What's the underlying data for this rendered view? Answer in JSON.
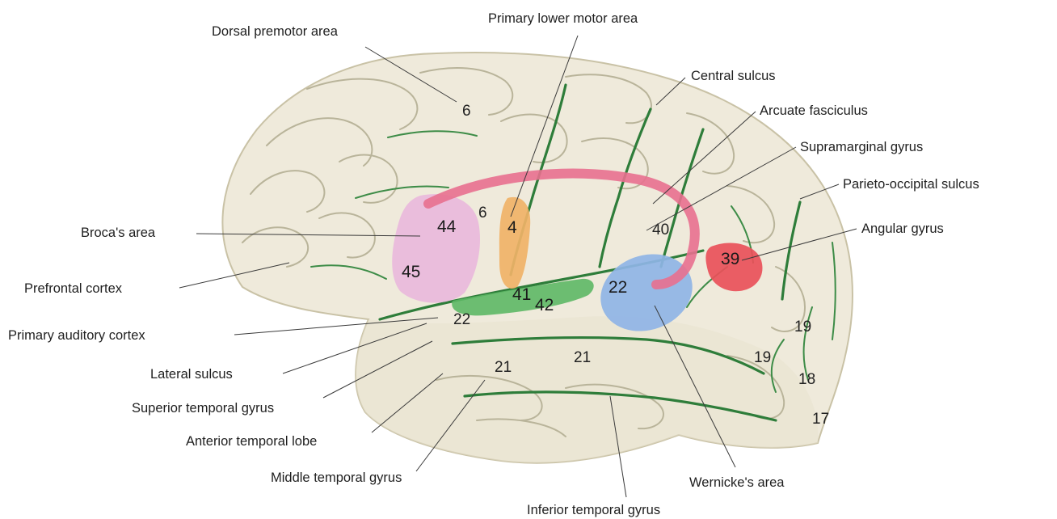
{
  "labels": {
    "dorsal_premotor_area": "Dorsal premotor area",
    "primary_lower_motor_area": "Primary lower motor area",
    "central_sulcus": "Central sulcus",
    "arcuate_fasciculus": "Arcuate fasciculus",
    "supramarginal_gyrus": "Supramarginal gyrus",
    "parieto_occipital_sulcus": "Parieto-occipital sulcus",
    "angular_gyrus": "Angular gyrus",
    "brocas_area": "Broca's area",
    "prefrontal_cortex": "Prefrontal cortex",
    "primary_auditory_cortex": "Primary auditory cortex",
    "lateral_sulcus": "Lateral sulcus",
    "superior_temporal_gyrus": "Superior temporal gyrus",
    "anterior_temporal_lobe": "Anterior temporal lobe",
    "middle_temporal_gyrus": "Middle temporal gyrus",
    "inferior_temporal_gyrus": "Inferior temporal gyrus",
    "wernickes_area": "Wernicke's area"
  },
  "brodmann": {
    "area_6_top": "6",
    "area_6_mid": "6",
    "area_44": "44",
    "area_45": "45",
    "area_4": "4",
    "area_40": "40",
    "area_39": "39",
    "area_41": "41",
    "area_42": "42",
    "area_22_wernicke": "22",
    "area_22_superior": "22",
    "area_21_left": "21",
    "area_21_right": "21",
    "area_19_upper": "19",
    "area_19_lower": "19",
    "area_18": "18",
    "area_17": "17"
  },
  "colors": {
    "brain_fill": "#efeadb",
    "brain_edge": "#c9c2a6",
    "brocas_region": "#e9b9dc",
    "motor_region": "#f0b268",
    "auditory_region": "#5db865",
    "wernicke_region": "#8fb4e6",
    "angular_region": "#e9505a",
    "arcuate_fasciculus": "#e8708f",
    "sulci": "#2e7d3a"
  }
}
